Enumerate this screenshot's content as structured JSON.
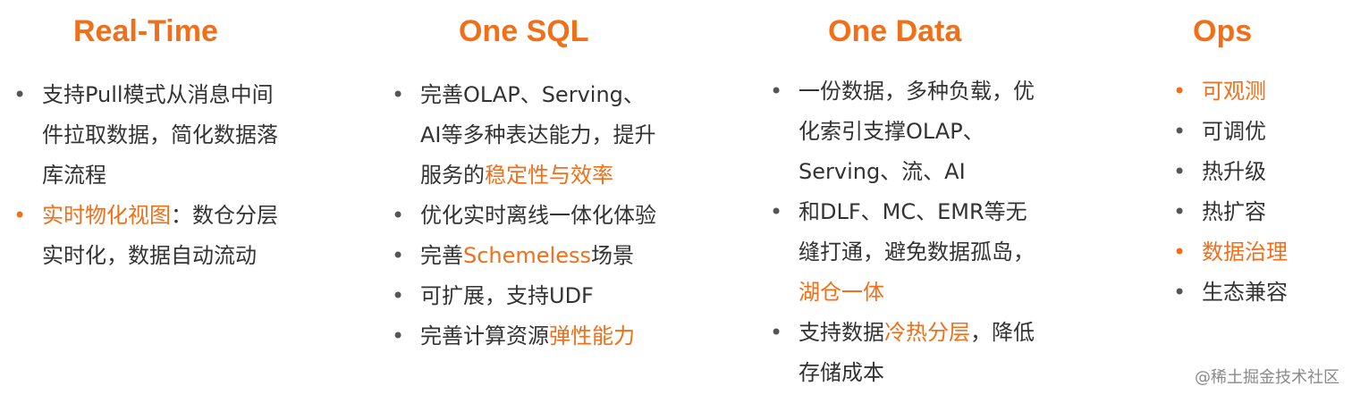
{
  "columns": [
    {
      "id": "realtime",
      "title": "Real-Time",
      "items": [
        {
          "orange_bullet": false,
          "segments": [
            {
              "text": "支持Pull模式从消息中间件拉取数据，简化数据落库流程",
              "highlight": false
            }
          ]
        },
        {
          "orange_bullet": true,
          "segments": [
            {
              "text": "实时物化视图",
              "highlight": true
            },
            {
              "text": "：数仓分层实时化，数据自动流动",
              "highlight": false
            }
          ]
        }
      ]
    },
    {
      "id": "onesql",
      "title": "One SQL",
      "items": [
        {
          "orange_bullet": false,
          "segments": [
            {
              "text": "完善OLAP、Serving、AI等多种表达能力，提升服务的",
              "highlight": false
            },
            {
              "text": "稳定性与效率",
              "highlight": true
            }
          ]
        },
        {
          "orange_bullet": false,
          "segments": [
            {
              "text": "优化实时离线一体化体验",
              "highlight": false
            }
          ]
        },
        {
          "orange_bullet": false,
          "segments": [
            {
              "text": "完善",
              "highlight": false
            },
            {
              "text": "Schemeless",
              "highlight": true
            },
            {
              "text": "场景",
              "highlight": false
            }
          ]
        },
        {
          "orange_bullet": false,
          "segments": [
            {
              "text": "可扩展，支持UDF",
              "highlight": false
            }
          ]
        },
        {
          "orange_bullet": false,
          "segments": [
            {
              "text": "完善计算资源",
              "highlight": false
            },
            {
              "text": "弹性能力",
              "highlight": true
            }
          ]
        }
      ]
    },
    {
      "id": "onedata",
      "title": "One Data",
      "items": [
        {
          "orange_bullet": false,
          "segments": [
            {
              "text": "一份数据，多种负载，优化索引支撑OLAP、Serving、流、AI",
              "highlight": false
            }
          ]
        },
        {
          "orange_bullet": false,
          "segments": [
            {
              "text": "和DLF、MC、EMR等无缝打通，避免数据孤岛，",
              "highlight": false
            },
            {
              "text": "湖仓一体",
              "highlight": true
            }
          ]
        },
        {
          "orange_bullet": false,
          "segments": [
            {
              "text": "支持数据",
              "highlight": false
            },
            {
              "text": "冷热分层",
              "highlight": true
            },
            {
              "text": "，降低存储成本",
              "highlight": false
            }
          ]
        }
      ]
    },
    {
      "id": "ops",
      "title": "Ops",
      "items": [
        {
          "orange_bullet": true,
          "segments": [
            {
              "text": "可观测",
              "highlight": true
            }
          ]
        },
        {
          "orange_bullet": false,
          "segments": [
            {
              "text": "可调优",
              "highlight": false
            }
          ]
        },
        {
          "orange_bullet": false,
          "segments": [
            {
              "text": "热升级",
              "highlight": false
            }
          ]
        },
        {
          "orange_bullet": false,
          "segments": [
            {
              "text": "热扩容",
              "highlight": false
            }
          ]
        },
        {
          "orange_bullet": true,
          "segments": [
            {
              "text": "数据治理",
              "highlight": true
            }
          ]
        },
        {
          "orange_bullet": false,
          "segments": [
            {
              "text": "生态兼容",
              "highlight": false
            }
          ]
        }
      ]
    }
  ],
  "bullet_glyph": "•",
  "watermark": "@稀土掘金技术社区",
  "colors": {
    "accent": "#f26f1a",
    "text": "#333333",
    "watermark": "#8a8a8a"
  }
}
